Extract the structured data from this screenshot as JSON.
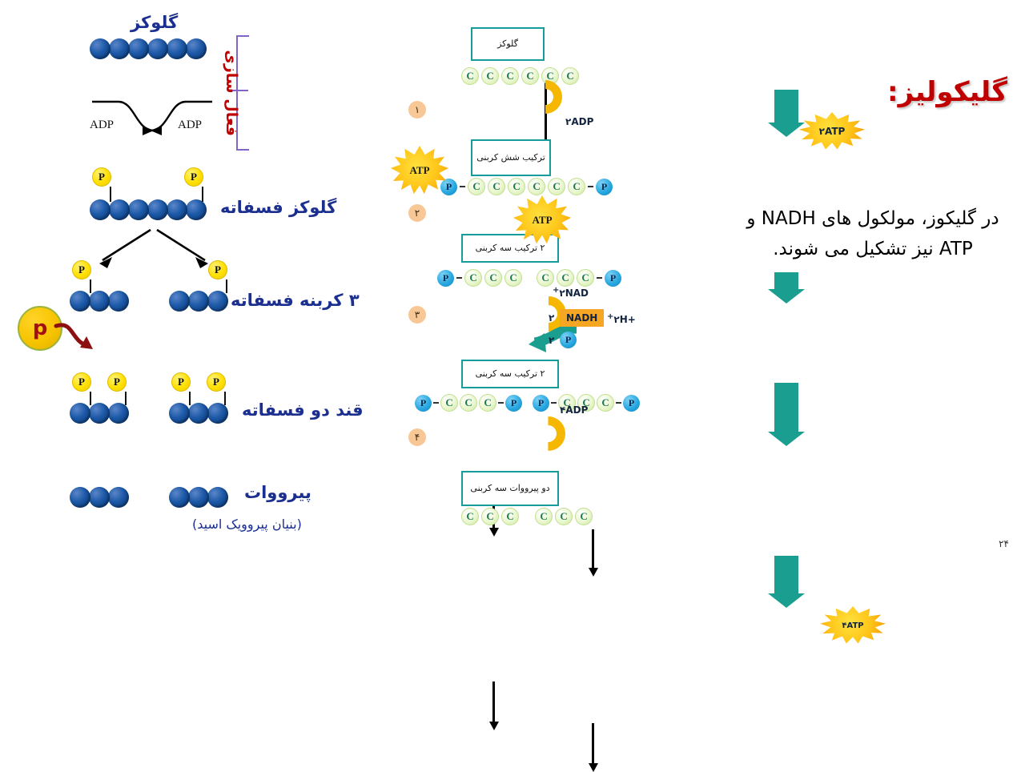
{
  "slide": {
    "page_number": "۲۴",
    "background": "#ffffff"
  },
  "right_panel": {
    "title": "گلیکولیز:",
    "title_color": "#c00000",
    "body": "در گلیکوز، مولکول های  NADH و ATP نیز تشکیل می شوند."
  },
  "left_diagram": {
    "labels": {
      "glucose": "گلوکز",
      "activation": "فعال سازی",
      "glucose_phosphate": "گلوکز فسفاته",
      "three_carbon_phosphate": "۳ کربنه فسفاته",
      "two_phosphate_sugar": "قند دو  فسفاته",
      "pyruvate": "پیرووات",
      "pyruvate_sub": "(بنیان پیروویک اسید)"
    },
    "atp_left": "ATP",
    "atp_right": "ATP",
    "adp_left": "ADP",
    "adp_right": "ADP",
    "phosphate_glyph": "P",
    "free_phosphate": "p",
    "colors": {
      "ball_blue": "#1b58a6",
      "phosphate_yellow": "#ffe000",
      "bracket_purple": "#8064c8",
      "activation_red": "#c00000",
      "label_blue": "#1a2f8f",
      "free_p_red": "#a41010"
    }
  },
  "center_diagram": {
    "steps": [
      "۱",
      "۲",
      "۳",
      "۴"
    ],
    "boxes": {
      "glucose": "گلوکز",
      "six_carbon": "ترکیب شش کربنی",
      "three_carbon_1": "۲ ترکیب سه کربنی",
      "three_carbon_2": "۲ ترکیب سه کربنی",
      "pyruvate": "دو پیرووات سه کربنی"
    },
    "chains": {
      "glucose": "C C C C C C",
      "six_carbon_p": "P–C C C C C C–P",
      "two_three_carbon": "P–C C C   C C C–P",
      "two_three_carbon_2p": "P–C C C–P  P–C C C–P",
      "pyruvate": "C C C   C C C"
    },
    "side_labels": {
      "step1_atp": "۲ATP",
      "step1_adp": "۲ADP",
      "step3_nad": "۲NAD",
      "step3_nad_sup": "+",
      "step3_nadh_count": "۲",
      "step3_nadh": "NADH",
      "step3_h": "+۲H",
      "step3_h_sup": "+",
      "step3_p_count": "۲",
      "step3_p": "P",
      "step4_adp": "۴ADP",
      "step4_atp": "۴ATP"
    },
    "colors": {
      "box_border": "#179c9c",
      "teal_arrow": "#1a9e8f",
      "hook_yellow": "#f5b700",
      "carbon_green": "#cfe8a2",
      "phosphate_blue": "#29a8e0",
      "nadh_orange": "#f5a623",
      "step_circle": "#f7c896"
    }
  },
  "letters": {
    "C": "C",
    "P": "P"
  }
}
